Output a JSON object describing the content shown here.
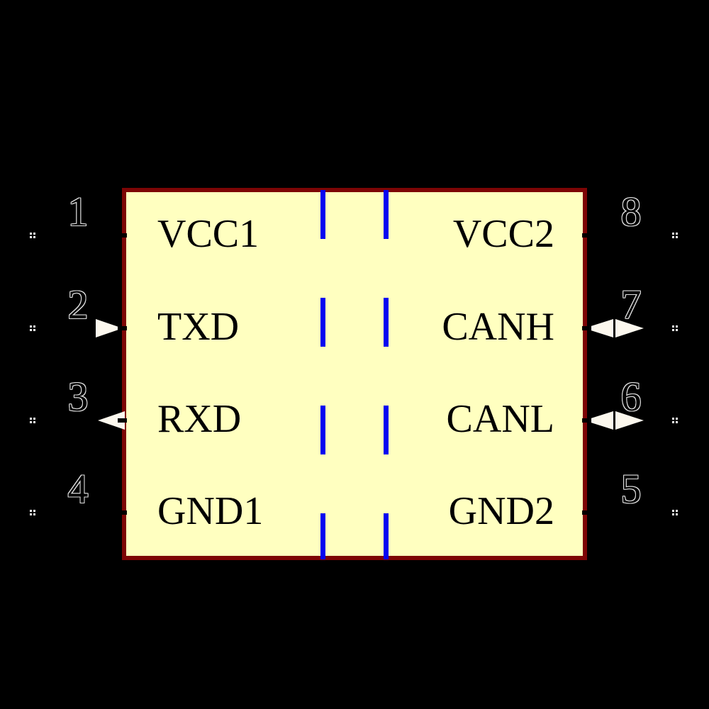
{
  "diagram": {
    "type": "schematic-symbol",
    "description": "8-pin isolated CAN transceiver schematic symbol on black canvas",
    "colors": {
      "background": "#000000",
      "body_fill": "#FFFFC0",
      "body_border": "#7D0505",
      "isolation_dash_blue": "#0505F0",
      "label_text": "#000000",
      "pin_number_outline": "#E2E2E2",
      "arrow_fill": "#FCF8EE",
      "pin_endpoint_marker": "#F5F5F5"
    },
    "left_pins": [
      {
        "number": "1",
        "label": "VCC1",
        "direction": "passive"
      },
      {
        "number": "2",
        "label": "TXD",
        "direction": "input"
      },
      {
        "number": "3",
        "label": "RXD",
        "direction": "output"
      },
      {
        "number": "4",
        "label": "GND1",
        "direction": "passive"
      }
    ],
    "right_pins": [
      {
        "number": "8",
        "label": "VCC2",
        "direction": "passive"
      },
      {
        "number": "7",
        "label": "CANH",
        "direction": "bidirectional"
      },
      {
        "number": "6",
        "label": "CANL",
        "direction": "bidirectional"
      },
      {
        "number": "5",
        "label": "GND2",
        "direction": "passive"
      }
    ]
  }
}
